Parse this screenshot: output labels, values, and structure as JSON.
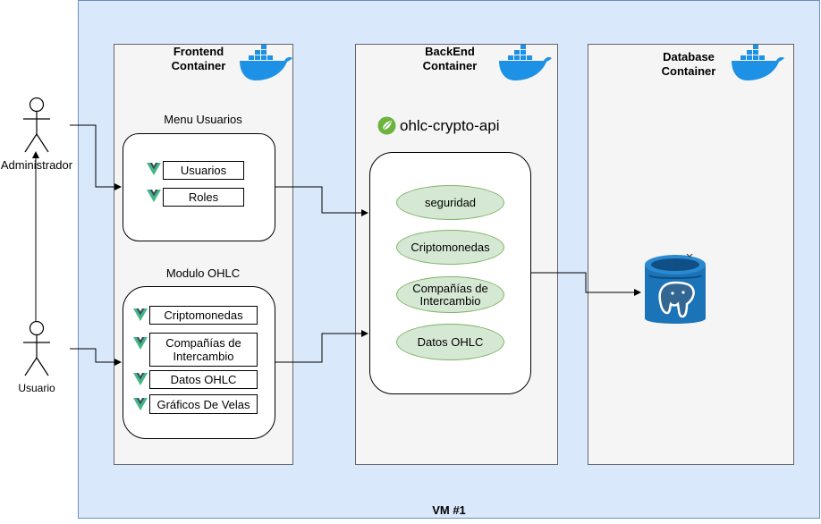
{
  "vm": {
    "label": "VM #1"
  },
  "frontend": {
    "title_line1": "Frontend",
    "title_line2": "Container",
    "menu_usuarios": {
      "label": "Menu Usuarios",
      "items": [
        "Usuarios",
        "Roles"
      ]
    },
    "modulo_ohlc": {
      "label": "Modulo OHLC",
      "items": [
        "Criptomonedas",
        "Compañías de Intercambio",
        "Datos OHLC",
        "Gráficos De Velas"
      ]
    }
  },
  "backend": {
    "title_line1": "BackEnd",
    "title_line2": "Container",
    "api_name": "ohlc-crypto-api",
    "modules": [
      "seguridad",
      "Criptomonedas",
      "Compañías de Intercambio",
      "Datos OHLC"
    ]
  },
  "database": {
    "title_line1": "Database",
    "title_line2": "Container"
  },
  "actors": {
    "admin": "Administrador",
    "user": "Usuario"
  },
  "colors": {
    "vm_fill": "#dae8fc",
    "vm_border": "#6c8ebf",
    "module_fill": "#d5e8d4",
    "module_border": "#82b366",
    "docker": "#1d91e6",
    "vue": "#41b883",
    "spring": "#6db33f",
    "postgres": "#336791"
  }
}
